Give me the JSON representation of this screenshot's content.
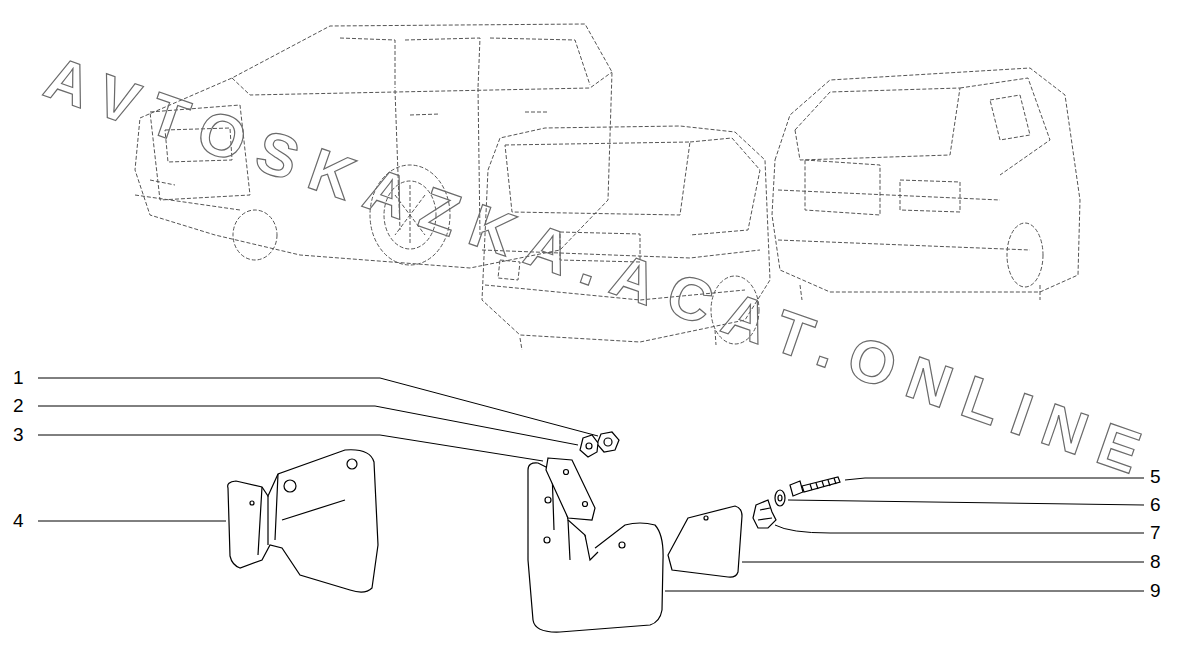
{
  "diagram": {
    "labels": [
      "1",
      "2",
      "3",
      "4",
      "5",
      "6",
      "7",
      "8",
      "9",
      "AVTOSKAZKA.ACAT.ONLINE"
    ]
  }
}
